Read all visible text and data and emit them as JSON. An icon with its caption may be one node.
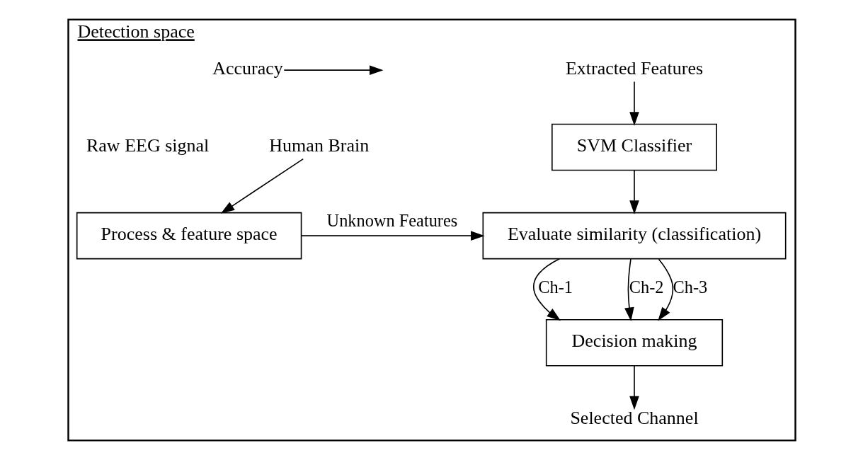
{
  "diagram": {
    "nodes": [
      {
        "text": [
          "Detection space"
        ]
      },
      {
        "text": [
          "Human Brain"
        ],
        "in": 0
      },
      {
        "text": [
          "Process & feature space"
        ],
        "in": 0
      },
      {
        "text": [
          "Extracted Features"
        ],
        "in": 0
      },
      {
        "text": [
          "SVM Classifier"
        ],
        "in": 0
      },
      {
        "text": [
          "Evaluate similarity (classification)"
        ],
        "in": 0
      },
      {
        "text": [
          "Accuracy"
        ],
        "in": 0
      },
      {
        "text": [
          "Decision making"
        ],
        "in": 0
      },
      {
        "text": [
          "Selected Channel"
        ],
        "in": 0
      }
    ],
    "edges": [
      {
        "from": 1,
        "to": 2,
        "arrow": "to"
      },
      {
        "from": 3,
        "to": 4,
        "arrow": "to"
      },
      {
        "from": 4,
        "to": 5,
        "arrow": "to"
      },
      {
        "from": 2,
        "to": 5,
        "arrow": "to",
        "label": "Unknown Features"
      },
      {
        "from": 6,
        "to": null,
        "arrow": "to"
      },
      {
        "from": 5,
        "to": 7,
        "arrow": "to",
        "label": "Ch-1"
      },
      {
        "from": 5,
        "to": 7,
        "arrow": "to",
        "label": "Ch-2"
      },
      {
        "from": 5,
        "to": 7,
        "arrow": "to",
        "label": "Ch-3"
      },
      {
        "from": 7,
        "to": 8,
        "arrow": "to"
      }
    ],
    "labels": [
      "Raw EEG signal"
    ]
  }
}
